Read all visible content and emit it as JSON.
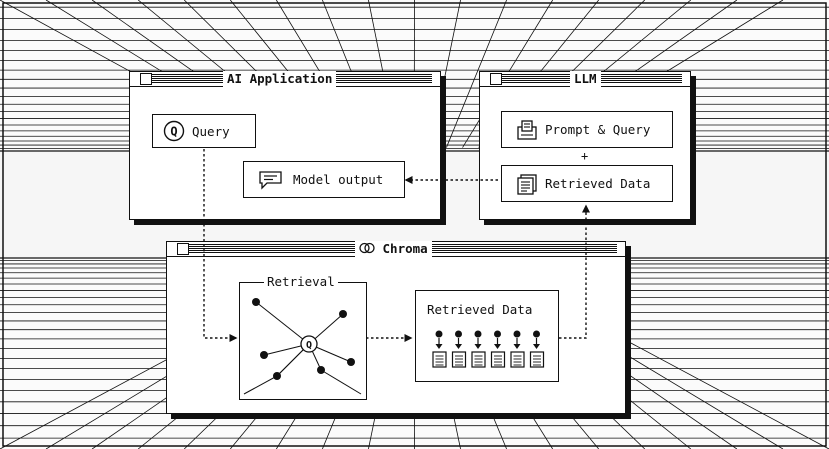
{
  "ai_app": {
    "title": "AI Application",
    "query_label": "Query",
    "query_icon_letter": "Q",
    "model_output_label": "Model output"
  },
  "llm": {
    "title": "LLM",
    "prompt_label": "Prompt & Query",
    "plus": "+",
    "retrieved_label": "Retrieved Data"
  },
  "chroma": {
    "title": "Chroma",
    "retrieval_label": "Retrieval",
    "retrieval_center_letter": "Q",
    "retrieved_data_label": "Retrieved Data",
    "doc_count": 6
  },
  "icons": {
    "query": "query-q-icon",
    "model_output": "speech-bubble-icon",
    "prompt": "prompt-document-icon",
    "retrieved": "documents-stack-icon",
    "chroma": "chroma-logo-icon",
    "window_close": "window-close-box-icon"
  }
}
